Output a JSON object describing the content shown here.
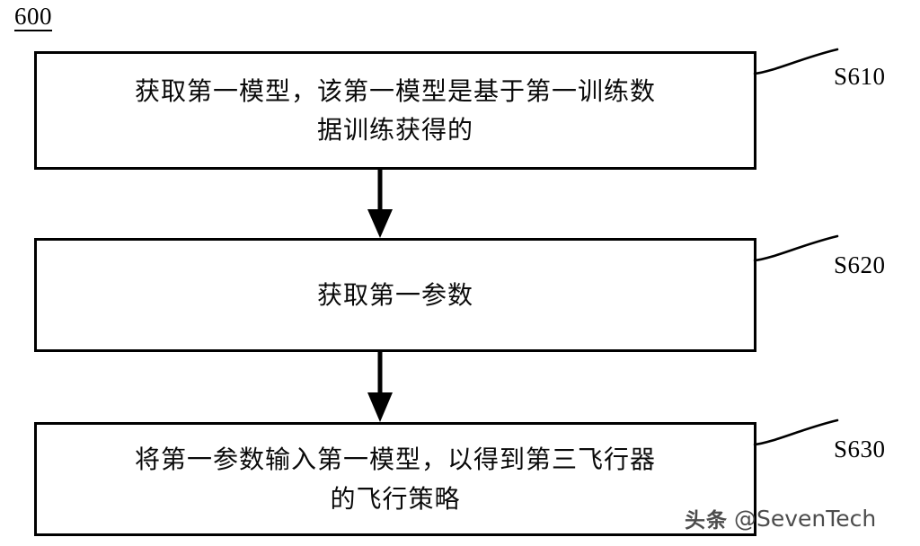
{
  "figure": {
    "number": "600"
  },
  "steps": [
    {
      "id": "S610",
      "text": "获取第一模型，该第一模型是基于第一训练数\n据训练获得的",
      "label": "S610"
    },
    {
      "id": "S620",
      "text": "获取第一参数",
      "label": "S620"
    },
    {
      "id": "S630",
      "text": "将第一参数输入第一模型，以得到第三飞行器\n的飞行策略",
      "label": "S630"
    }
  ],
  "connectors": [
    {
      "from": "S610",
      "to": "S620",
      "style": "solid-arrow-down"
    },
    {
      "from": "S620",
      "to": "S630",
      "style": "solid-arrow-down"
    }
  ],
  "watermark": {
    "cn": "头条",
    "handle": "@SevenTech"
  },
  "colors": {
    "line": "#000000",
    "background": "#ffffff",
    "text": "#0a0a0a",
    "watermark": "#3d3d3d"
  }
}
